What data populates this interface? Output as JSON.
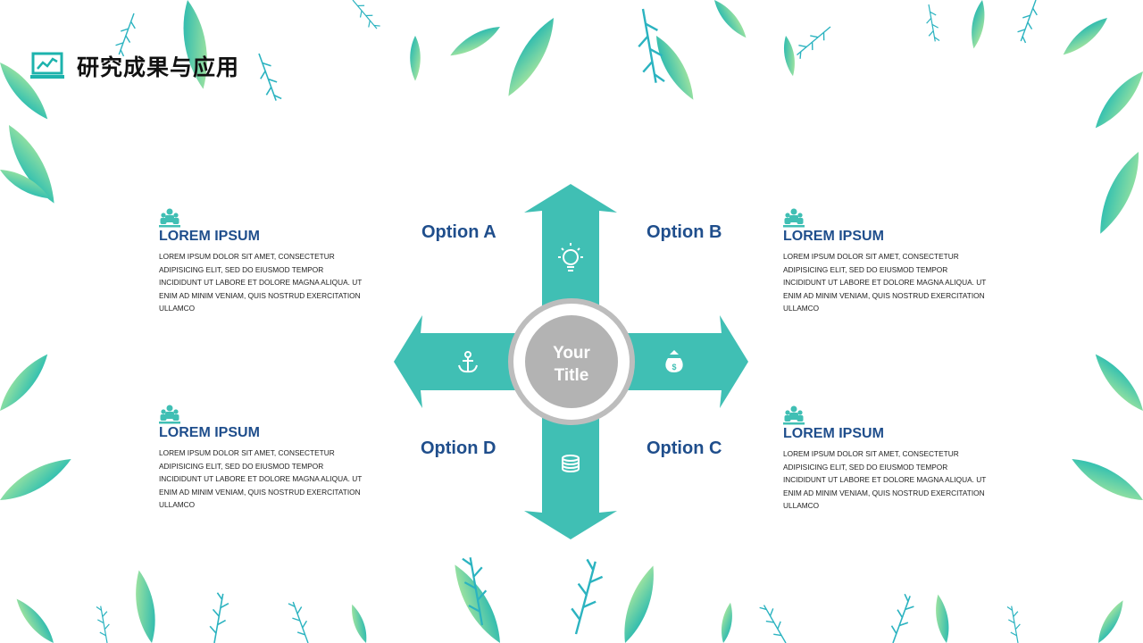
{
  "page": {
    "title": "研究成果与应用"
  },
  "colors": {
    "accent": "#40bfb4",
    "navy": "#1f4e8c",
    "hub_ring": "#bdbdbd",
    "leaf_light": "#9fe3a8",
    "leaf_dark": "#17b5b0"
  },
  "diagram": {
    "center": {
      "line1": "Your",
      "line2": "Title"
    },
    "options": {
      "a": "Option A",
      "b": "Option B",
      "c": "Option C",
      "d": "Option D"
    },
    "icons": {
      "up": "lightbulb-icon",
      "right": "money-bag-icon",
      "down": "database-icon",
      "left": "anchor-icon"
    }
  },
  "info_blocks": [
    {
      "title": "LOREM IPSUM",
      "body": "LOREM IPSUM DOLOR SIT AMET, CONSECTETUR ADIPISICING ELIT, SED DO EIUSMOD TEMPOR INCIDIDUNT UT LABORE ET DOLORE MAGNA ALIQUA. UT ENIM AD MINIM VENIAM, QUIS NOSTRUD EXERCITATION ULLAMCO"
    },
    {
      "title": "LOREM IPSUM",
      "body": "LOREM IPSUM DOLOR SIT AMET, CONSECTETUR ADIPISICING ELIT, SED DO EIUSMOD TEMPOR INCIDIDUNT UT LABORE ET DOLORE MAGNA ALIQUA. UT ENIM AD MINIM VENIAM, QUIS NOSTRUD EXERCITATION ULLAMCO"
    },
    {
      "title": "LOREM IPSUM",
      "body": "LOREM IPSUM DOLOR SIT AMET, CONSECTETUR ADIPISICING ELIT, SED DO EIUSMOD TEMPOR INCIDIDUNT UT LABORE ET DOLORE MAGNA ALIQUA. UT ENIM AD MINIM VENIAM, QUIS NOSTRUD EXERCITATION ULLAMCO"
    },
    {
      "title": "LOREM IPSUM",
      "body": "LOREM IPSUM DOLOR SIT AMET, CONSECTETUR ADIPISICING ELIT, SED DO EIUSMOD TEMPOR INCIDIDUNT UT LABORE ET DOLORE MAGNA ALIQUA. UT ENIM AD MINIM VENIAM, QUIS NOSTRUD EXERCITATION ULLAMCO"
    }
  ]
}
